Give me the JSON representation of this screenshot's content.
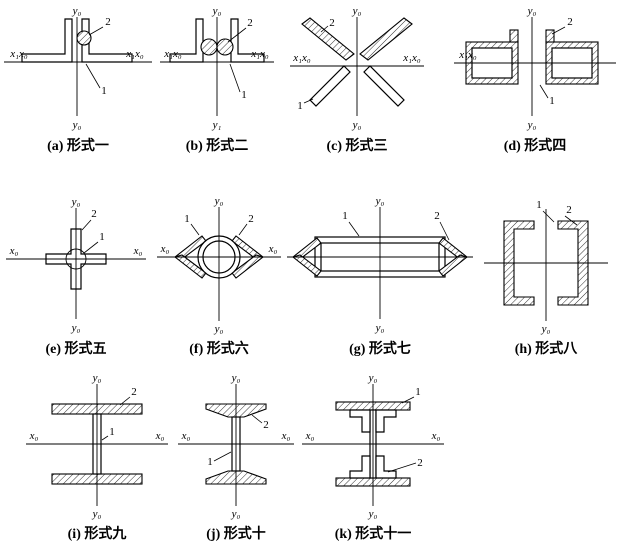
{
  "figures": {
    "a": {
      "caption": "(a) 形式一",
      "axis_top": "y₀",
      "axis_bottom": "y₀",
      "axis_left": "x₁x₀",
      "axis_right": "x₁x₀",
      "part2": "2",
      "part1": "1"
    },
    "b": {
      "caption": "(b) 形式二",
      "axis_top": "y₀",
      "axis_bottom": "y₁",
      "axis_left": "x₁x₀",
      "axis_right": "x₁x₀",
      "part2": "2",
      "part1": "1"
    },
    "c": {
      "caption": "(c) 形式三",
      "axis_top": "y₀",
      "axis_bottom": "y₀",
      "axis_left": "x₁x₀",
      "axis_right": "x₁x₀",
      "part2": "2",
      "part1": "1"
    },
    "d": {
      "caption": "(d) 形式四",
      "axis_top": "y₀",
      "axis_bottom": "y₀",
      "axis_left": "x₁x₀",
      "part2": "2",
      "part1": "1"
    },
    "e": {
      "caption": "(e) 形式五",
      "axis_top": "y₀",
      "axis_bottom": "y₀",
      "axis_left": "x₀",
      "axis_right": "x₀",
      "part2": "2",
      "part1": "1"
    },
    "f": {
      "caption": "(f) 形式六",
      "axis_top": "y₀",
      "axis_bottom": "y₀",
      "axis_left": "x₀",
      "axis_right": "x₀",
      "part1": "1",
      "part2": "2"
    },
    "g": {
      "caption": "(g) 形式七",
      "axis_top": "y₀",
      "axis_bottom": "y₀",
      "part1": "1",
      "part2": "2"
    },
    "h": {
      "caption": "(h) 形式八",
      "axis_bottom": "y₀",
      "part1": "1",
      "part2": "2"
    },
    "i": {
      "caption": "(i) 形式九",
      "axis_top": "y₀",
      "axis_bottom": "y₀",
      "axis_left": "x₀",
      "axis_right": "x₀",
      "part1": "1",
      "part2": "2"
    },
    "j": {
      "caption": "(j) 形式十",
      "axis_top": "y₀",
      "axis_bottom": "y₀",
      "axis_left": "x₀",
      "axis_right": "x₀",
      "part2": "2",
      "part1": "1"
    },
    "k": {
      "caption": "(k) 形式十一",
      "axis_top": "y₀",
      "axis_bottom": "y₀",
      "axis_left": "x₀",
      "axis_right": "x₀",
      "part1": "1",
      "part2": "2"
    }
  }
}
